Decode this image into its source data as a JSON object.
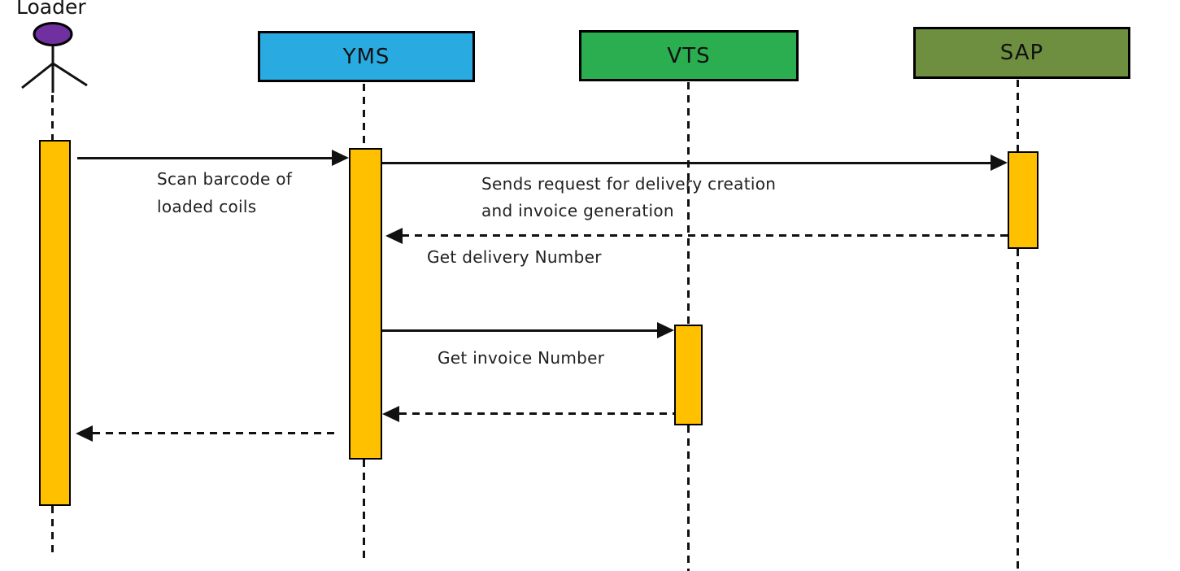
{
  "diagram_type": "uml-sequence",
  "actor": {
    "label": "Loader"
  },
  "participants": [
    {
      "label": "YMS"
    },
    {
      "label": "VTS"
    },
    {
      "label": "SAP"
    }
  ],
  "messages": [
    {
      "from": "Loader",
      "to": "YMS",
      "arrow": "solid",
      "lines": [
        "Scan barcode of",
        "loaded coils"
      ]
    },
    {
      "from": "YMS",
      "to": "SAP",
      "arrow": "solid",
      "lines": [
        "Sends request for delivery creation",
        "and invoice generation"
      ]
    },
    {
      "from": "SAP",
      "to": "YMS",
      "arrow": "dashed",
      "lines": [
        "Get delivery Number"
      ]
    },
    {
      "from": "YMS",
      "to": "VTS",
      "arrow": "solid",
      "lines": [
        "Get invoice Number"
      ]
    },
    {
      "from": "VTS",
      "to": "YMS",
      "arrow": "dashed",
      "lines": []
    },
    {
      "from": "YMS",
      "to": "Loader",
      "arrow": "dashed",
      "lines": []
    }
  ],
  "colors": {
    "yms_box": "#29ABE2",
    "vts_box": "#2BAE4F",
    "sap_box": "#6E8F3F",
    "activation": "#FFC000",
    "actor_head": "#7030A0",
    "line": "#111111",
    "background": "#FFFFFF"
  }
}
